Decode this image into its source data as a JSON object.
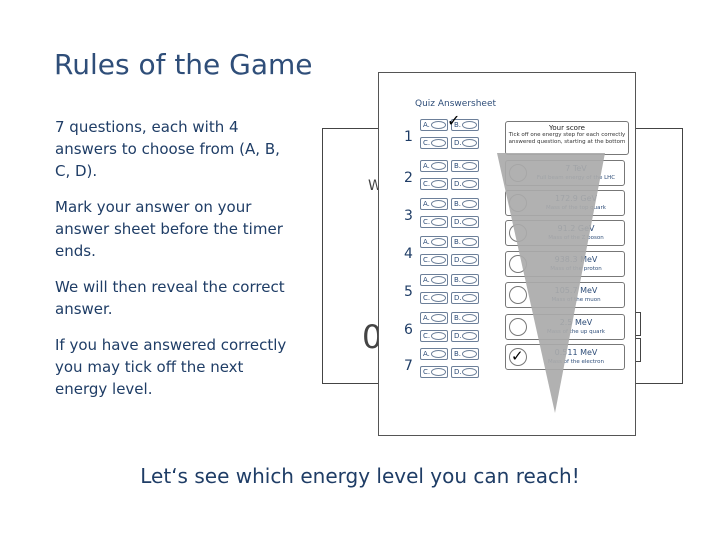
{
  "slide": {
    "title": "Rules of the Game",
    "rules": [
      "7 questions, each with 4 answers to choose from (A, B, C, D).",
      "Mark your answer on your answer sheet before the timer ends.",
      "We will then reveal the correct answer.",
      "If you have answered correctly you may tick off the next energy level."
    ],
    "footer": "Let‘s see which energy level you can reach!"
  },
  "background": {
    "partial_letter": "W",
    "partial_digit": "0"
  },
  "sheet": {
    "title": "Quiz Answersheet",
    "option_labels": [
      "A.",
      "B.",
      "C.",
      "D."
    ],
    "questions": [
      "1",
      "2",
      "3",
      "4",
      "5",
      "6",
      "7"
    ],
    "score": {
      "heading": "Your score",
      "instruction": "Tick off one energy step for each correctly answered question, starting at the bottom"
    },
    "levels": [
      {
        "value": "7 TeV",
        "desc": "Full beam energy of the LHC"
      },
      {
        "value": "172.9 GeV",
        "desc": "Mass of the top quark"
      },
      {
        "value": "91.2 GeV",
        "desc": "Mass of the Z boson"
      },
      {
        "value": "938.3 MeV",
        "desc": "Mass of the proton"
      },
      {
        "value": "105.7 MeV",
        "desc": "Mass of the muon"
      },
      {
        "value": "2.5 MeV",
        "desc": "Mass of the up quark"
      },
      {
        "value": "0.511 MeV",
        "desc": "Mass of the electron"
      }
    ],
    "check_mark": "✓",
    "colors": {
      "funnel": "#aaaaaa",
      "text": "#2f4e79"
    }
  }
}
